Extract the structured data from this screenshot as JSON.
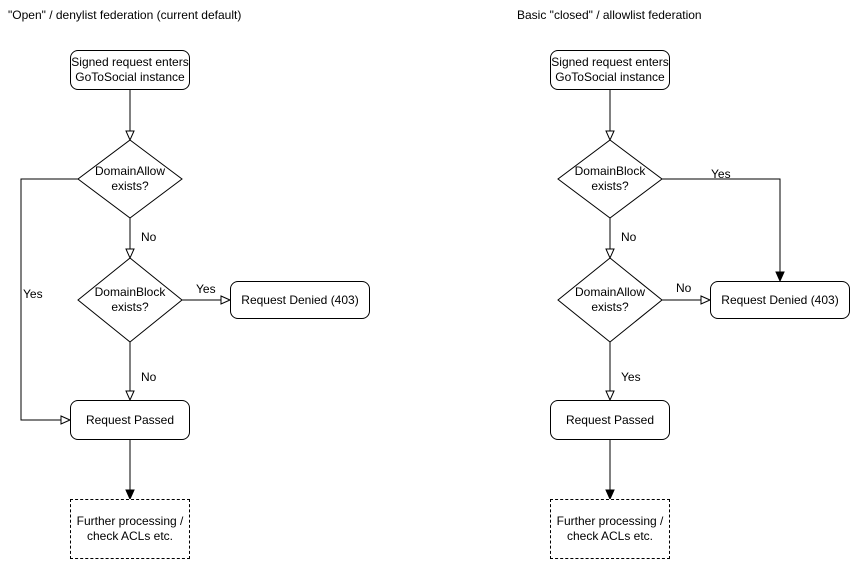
{
  "colors": {
    "background": "#ffffff",
    "stroke": "#000000",
    "node_fill": "#ffffff",
    "text": "#000000"
  },
  "charts": [
    {
      "id": "open-denylist",
      "title": "\"Open\" / denylist federation (current default)",
      "nodes": {
        "start": "Signed request enters\nGoToSocial instance",
        "decision_allow": "DomainAllow\nexists?",
        "decision_block": "DomainBlock\nexists?",
        "denied": "Request Denied (403)",
        "passed": "Request Passed",
        "further": "Further processing /\ncheck ACLs etc."
      },
      "edge_labels": {
        "allow_yes": "Yes",
        "allow_no": "No",
        "block_yes": "Yes",
        "block_no": "No"
      }
    },
    {
      "id": "closed-allowlist",
      "title": "Basic \"closed\" / allowlist federation",
      "nodes": {
        "start": "Signed request enters\nGoToSocial instance",
        "decision_block": "DomainBlock\nexists?",
        "decision_allow": "DomainAllow\nexists?",
        "denied": "Request Denied (403)",
        "passed": "Request Passed",
        "further": "Further processing /\ncheck ACLs etc."
      },
      "edge_labels": {
        "block_yes": "Yes",
        "block_no": "No",
        "allow_no": "No",
        "allow_yes": "Yes"
      }
    }
  ]
}
